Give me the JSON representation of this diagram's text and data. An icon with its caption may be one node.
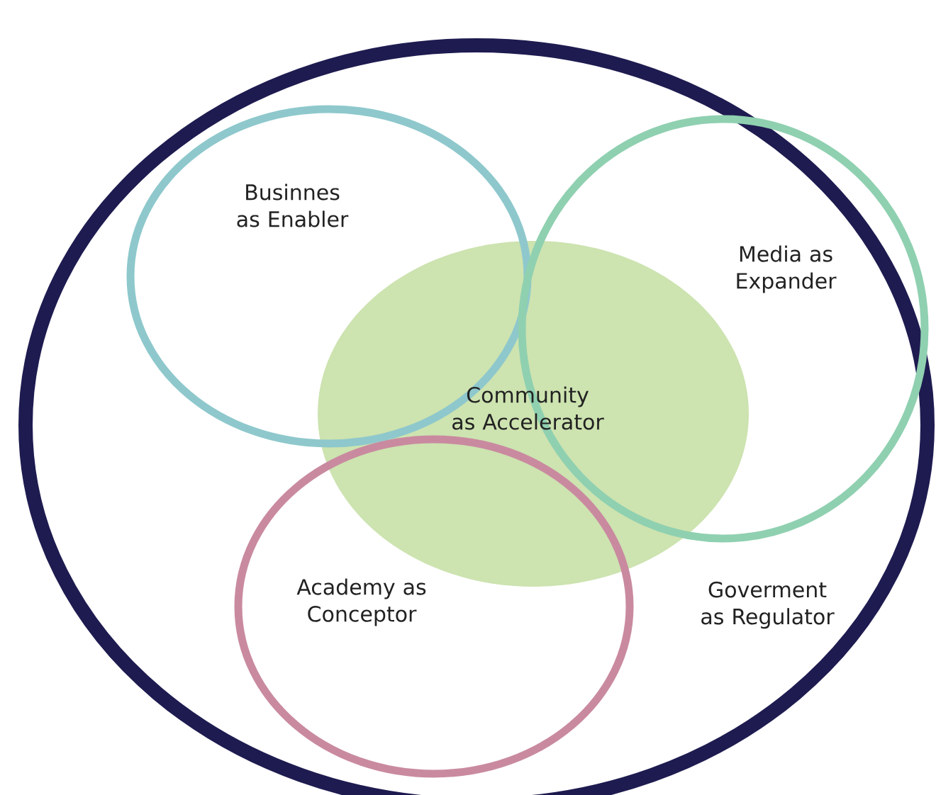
{
  "diagram": {
    "nodes": [
      {
        "text": [
          "Goverment as Regulator"
        ]
      },
      {
        "text": [
          "Community as Accelerator"
        ],
        "in": 0
      },
      {
        "text": [
          "Businnes as Enabler"
        ],
        "in": 0
      },
      {
        "text": [
          "Media as Expander"
        ],
        "in": 0
      },
      {
        "text": [
          "Academy as Conceptor"
        ],
        "in": 0
      }
    ]
  }
}
